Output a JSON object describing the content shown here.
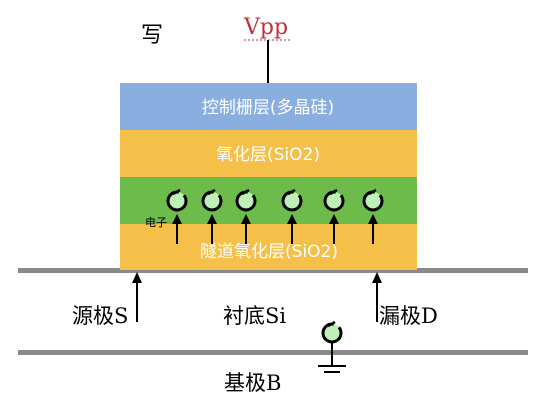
{
  "labels": {
    "write": "写",
    "vpp": "Vpp",
    "control_gate": "控制栅层(多晶硅)",
    "oxide": "氧化层(SiO2)",
    "electron": "电子",
    "tunnel_oxide": "隧道氧化层(SiO2)",
    "source": "源极S",
    "substrate": "衬底Si",
    "drain": "漏极D",
    "base": "基极B"
  },
  "colors": {
    "control_gate": "#8aaee0",
    "oxide": "#f5c04a",
    "storage_layer": "#6dbb4a",
    "vpp_text": "#c0313c",
    "electron_fill": "#bff0b8",
    "line": "#000000",
    "substrate_line": "#8a8a8a"
  },
  "diagram": {
    "electron_count": 6,
    "arrow_count": 6
  }
}
